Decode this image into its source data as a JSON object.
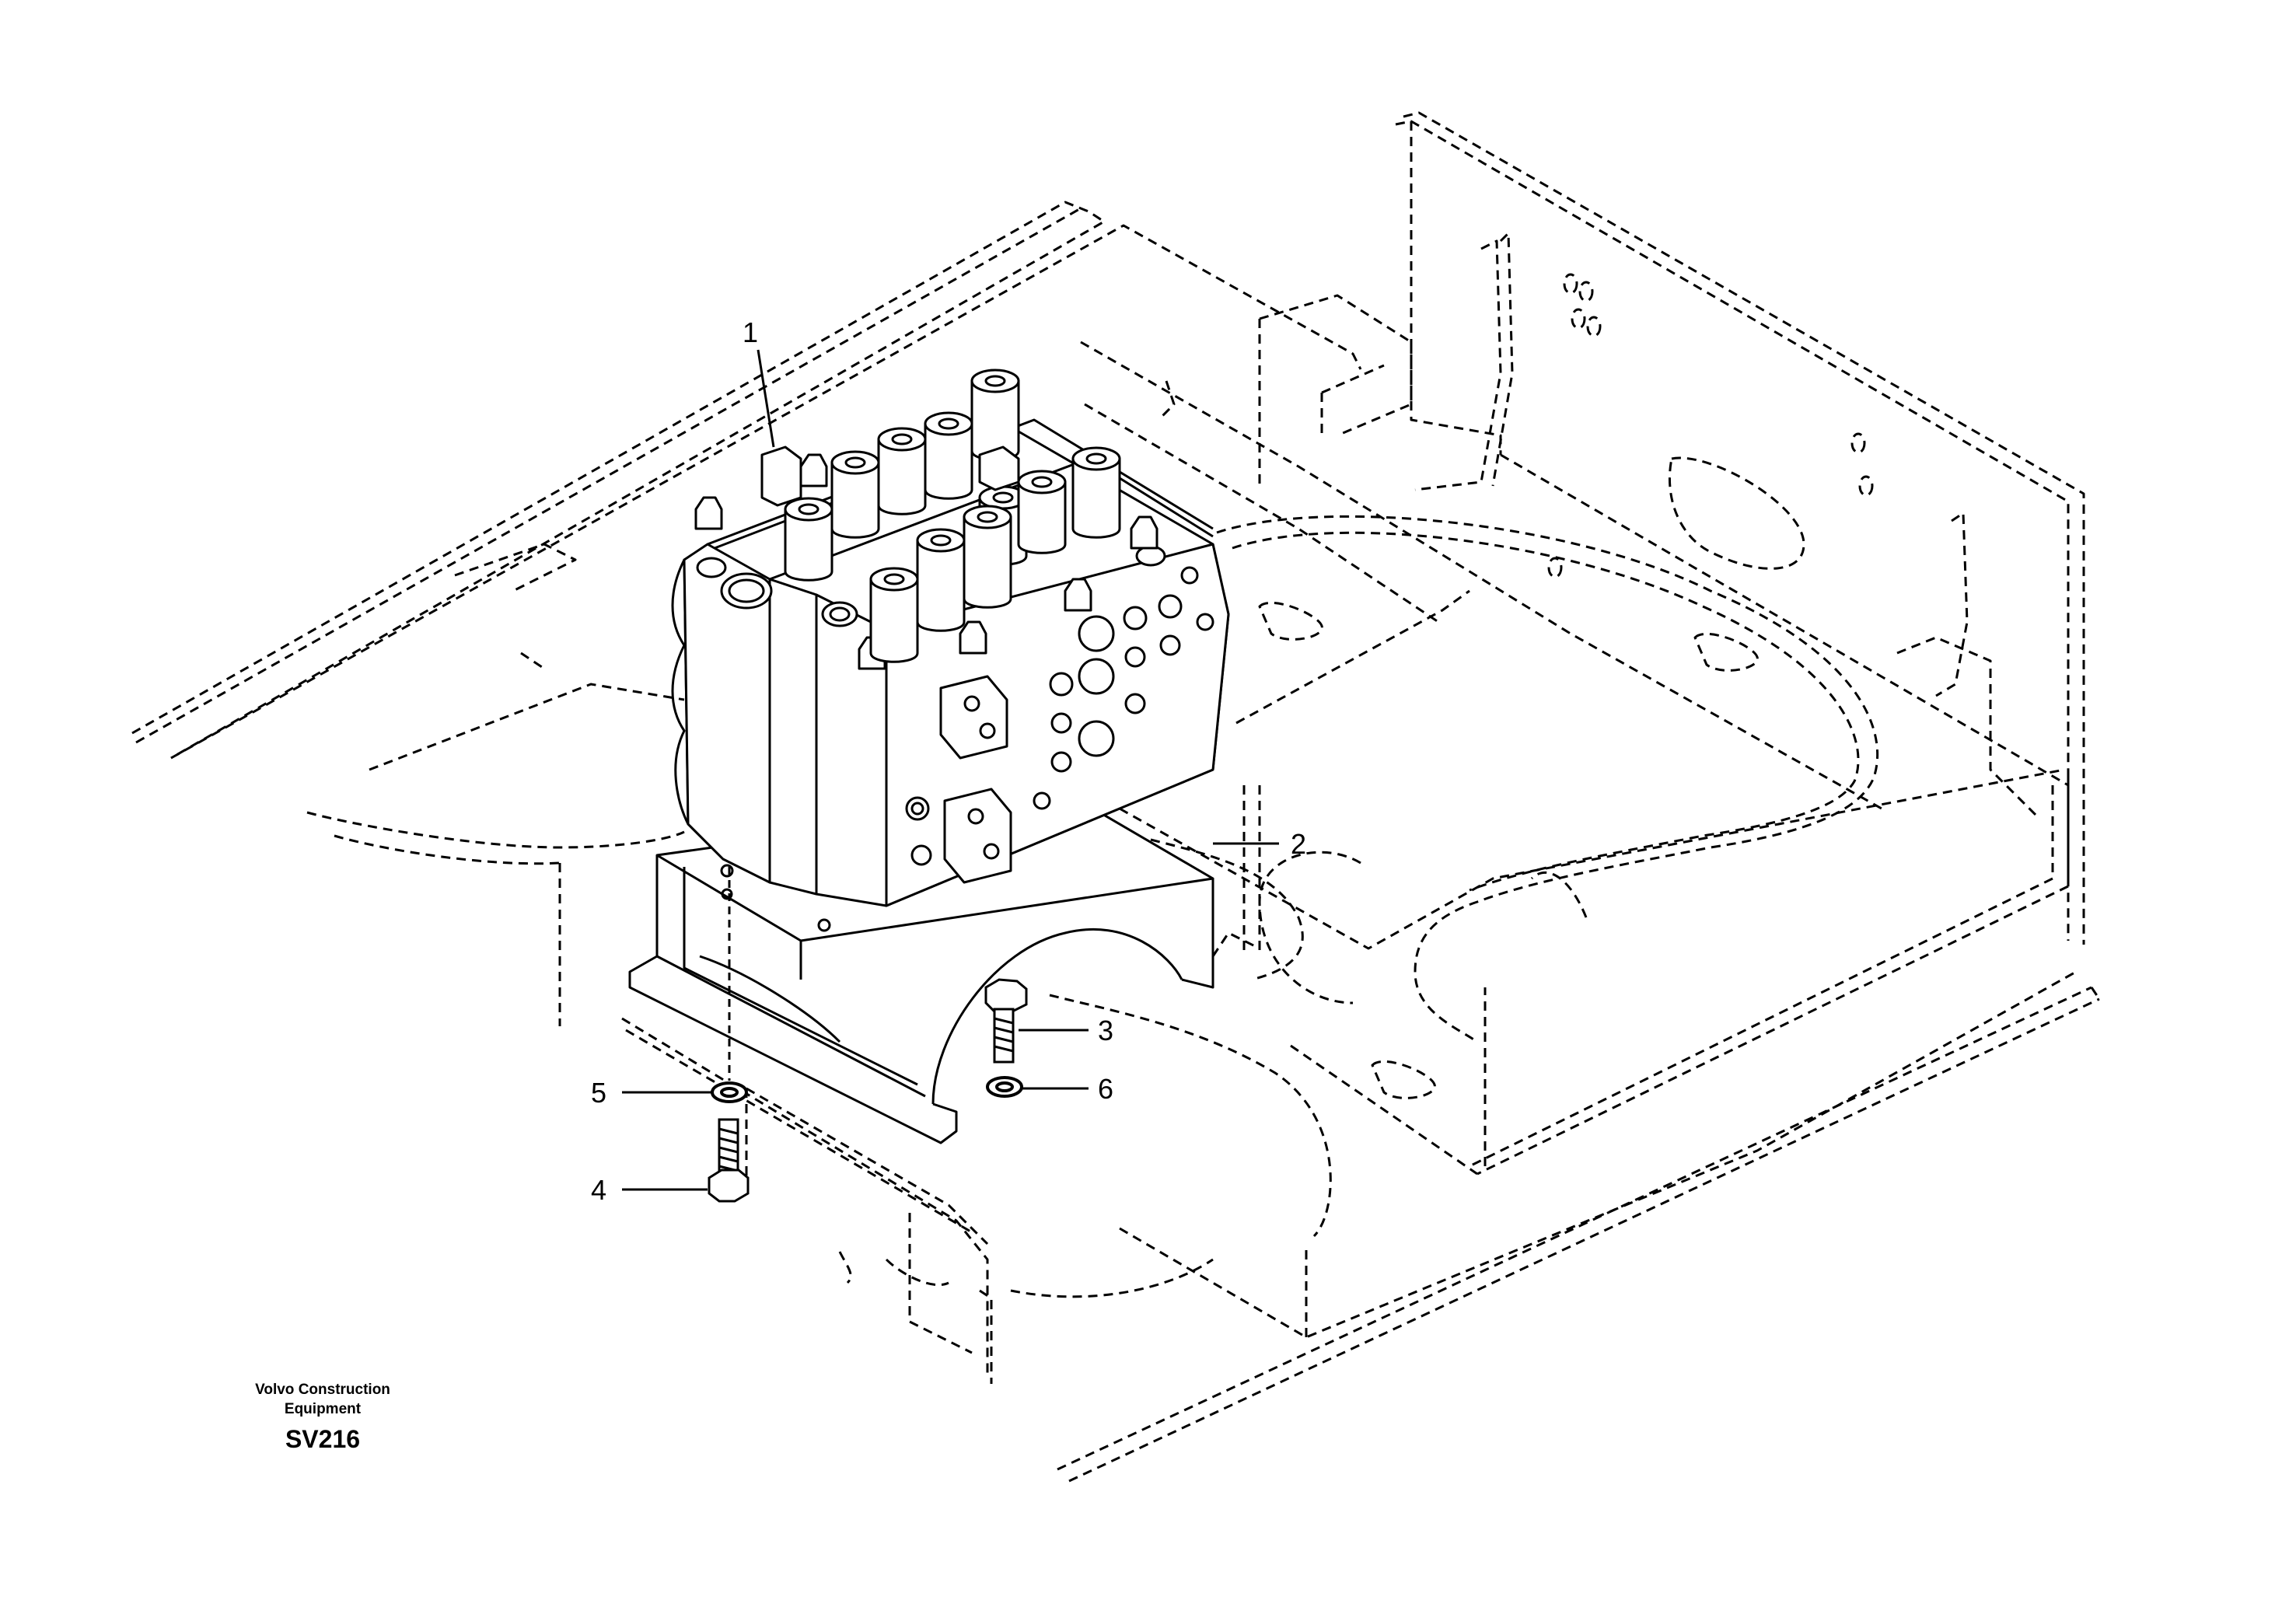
{
  "drawing": {
    "manufacturer_line1": "Volvo Construction",
    "manufacturer_line2": "Equipment",
    "drawing_code": "SV216"
  },
  "callouts": [
    {
      "number": "1",
      "part": "control valve"
    },
    {
      "number": "2",
      "part": "bracket"
    },
    {
      "number": "3",
      "part": "bolt"
    },
    {
      "number": "4",
      "part": "bolt"
    },
    {
      "number": "5",
      "part": "washer"
    },
    {
      "number": "6",
      "part": "washer"
    }
  ],
  "colors": {
    "line": "#000000",
    "background": "#ffffff"
  }
}
